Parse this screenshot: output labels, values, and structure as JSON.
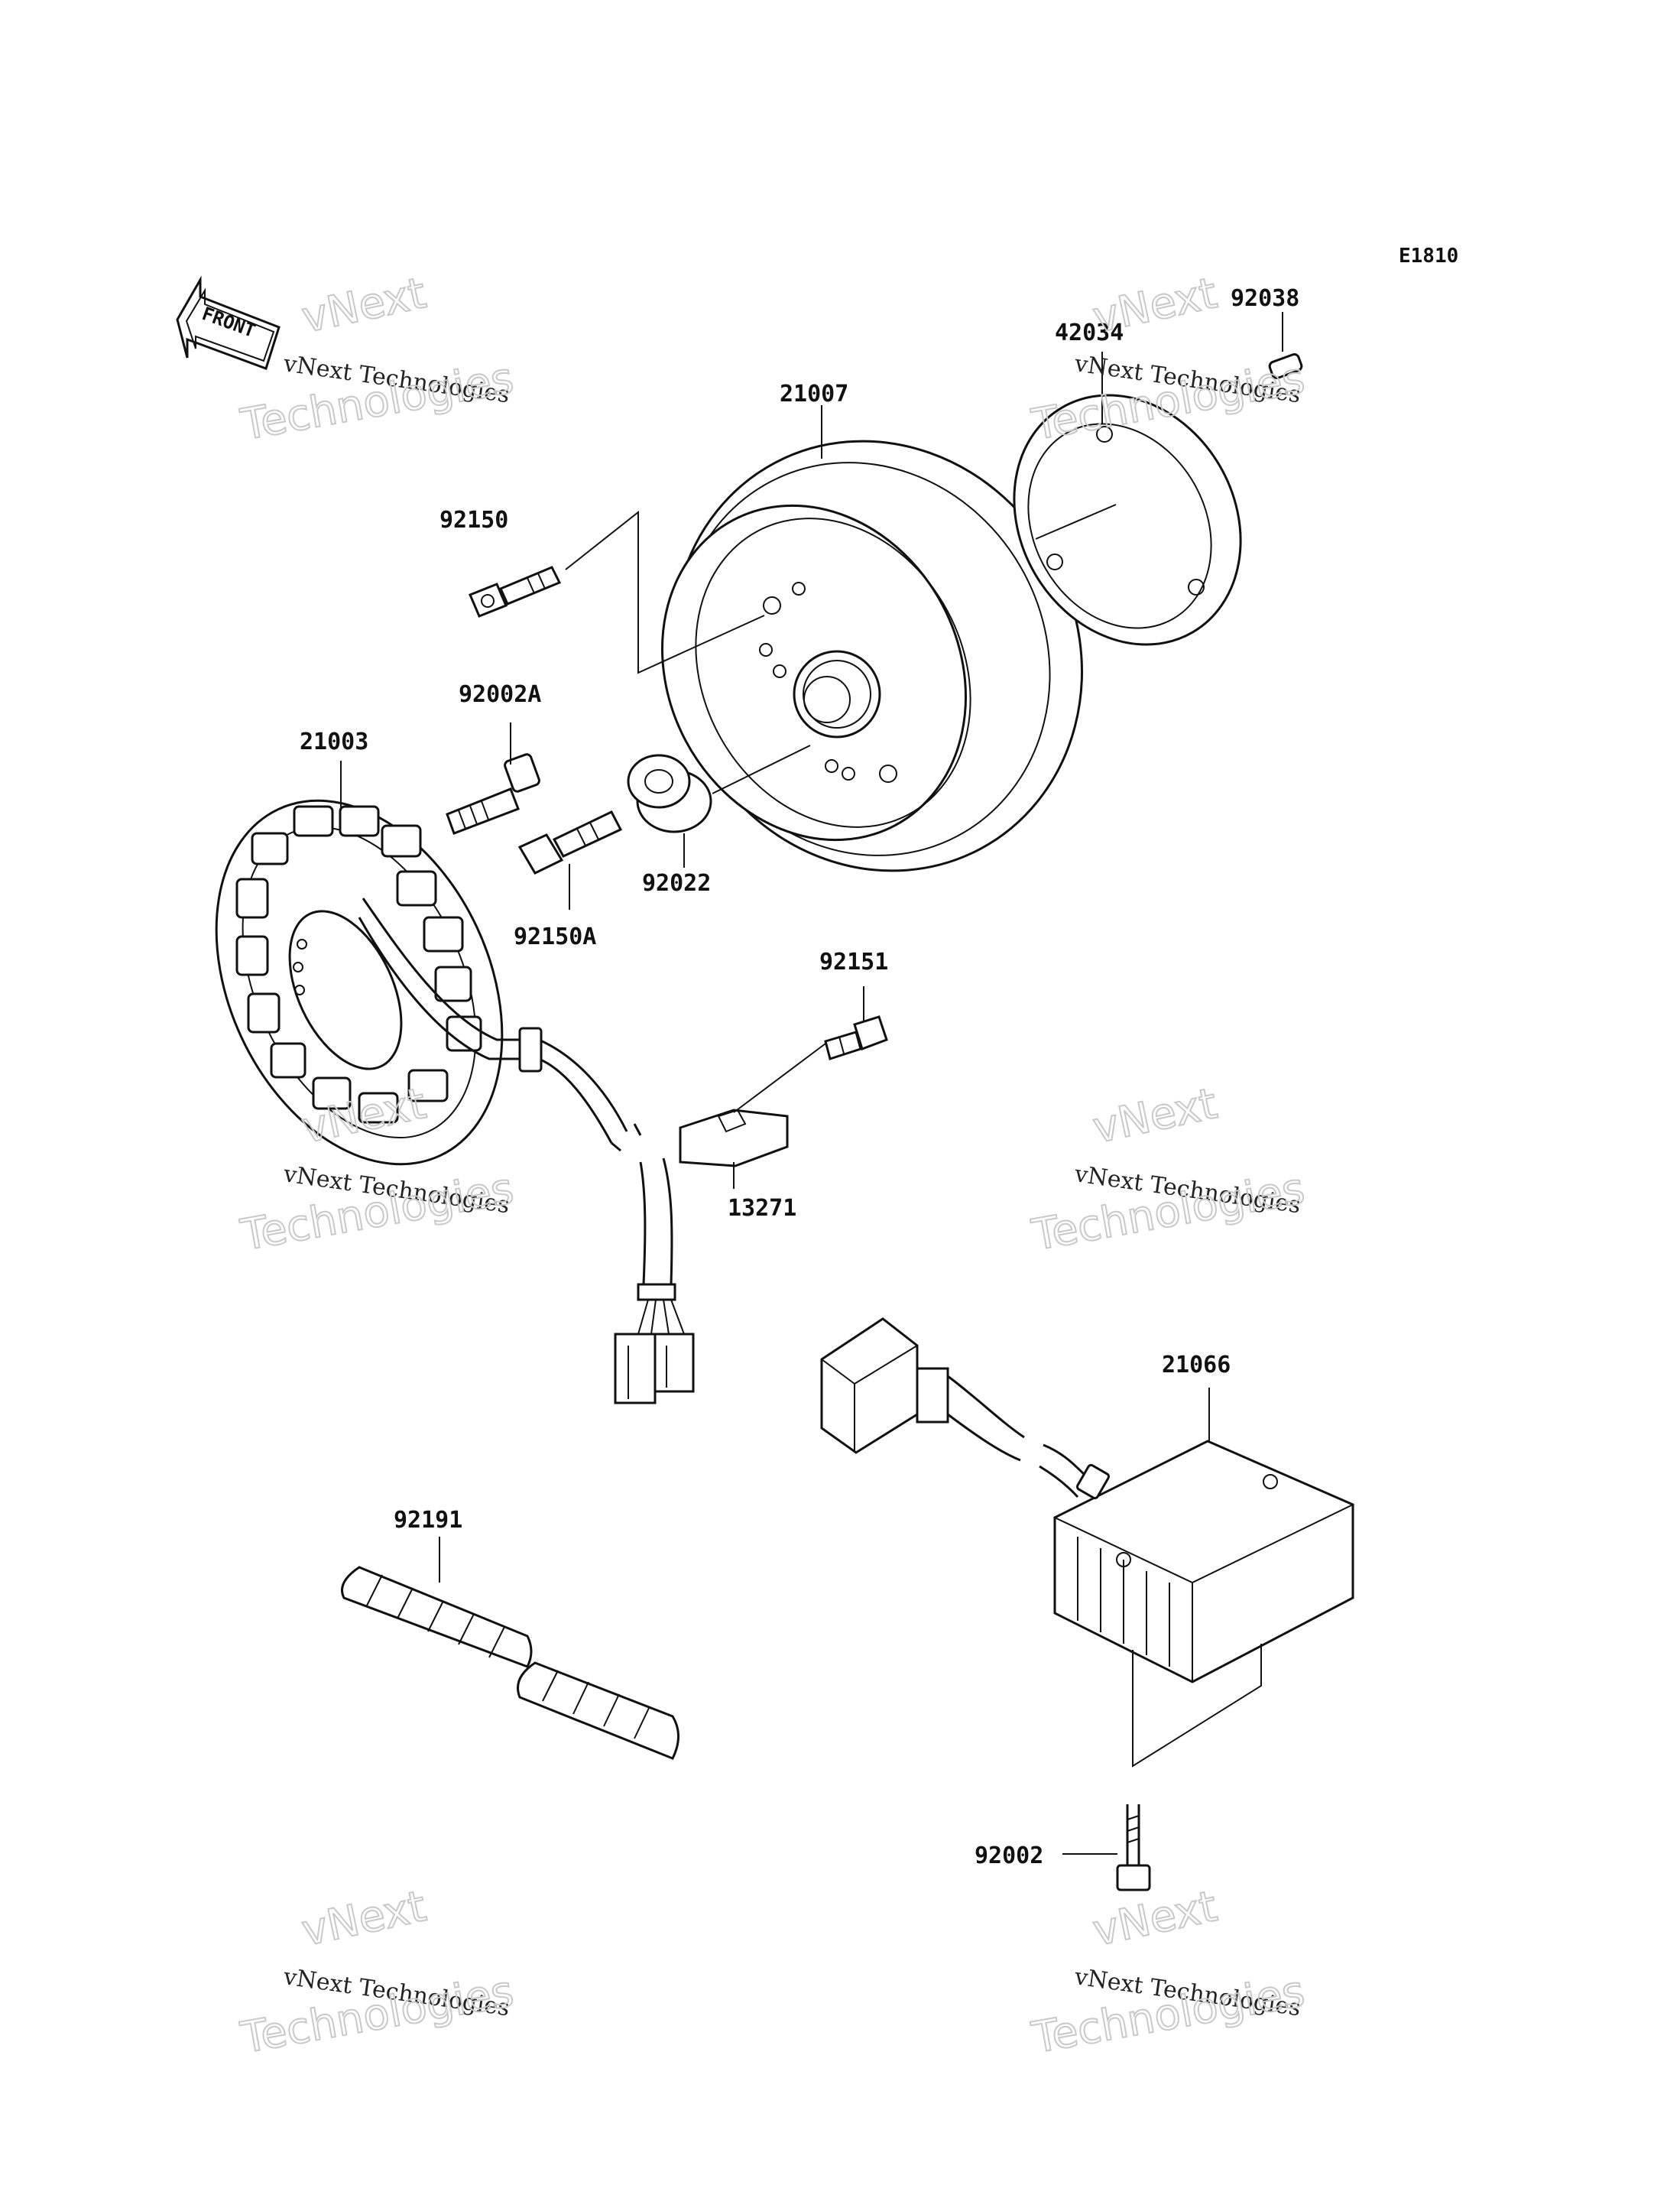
{
  "diagram_code": "E1810",
  "front_label": "FRONT",
  "watermark": {
    "line1": "vNext Technologies",
    "line2": "vNext",
    "line3": "Technologies"
  },
  "parts": [
    {
      "id": "p21007",
      "number": "21007"
    },
    {
      "id": "p42034",
      "number": "42034"
    },
    {
      "id": "p92038",
      "number": "92038"
    },
    {
      "id": "p92150",
      "number": "92150"
    },
    {
      "id": "p92002A",
      "number": "92002A"
    },
    {
      "id": "p21003",
      "number": "21003"
    },
    {
      "id": "p92022",
      "number": "92022"
    },
    {
      "id": "p92150A",
      "number": "92150A"
    },
    {
      "id": "p92151",
      "number": "92151"
    },
    {
      "id": "p13271",
      "number": "13271"
    },
    {
      "id": "p21066",
      "number": "21066"
    },
    {
      "id": "p92191",
      "number": "92191"
    },
    {
      "id": "p92002",
      "number": "92002"
    }
  ]
}
